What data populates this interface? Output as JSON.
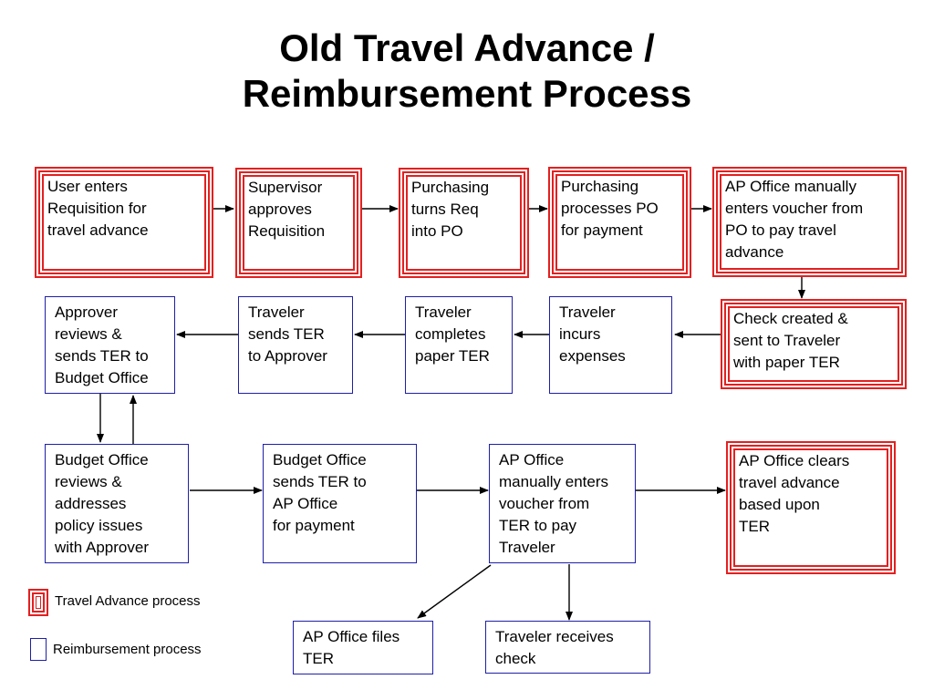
{
  "title": {
    "line1": "Old Travel Advance /",
    "line2": "Reimbursement Process"
  },
  "boxes": {
    "user_enters": "User enters\nRequisition for\ntravel advance",
    "supervisor": "Supervisor\napproves\nRequisition",
    "purchasing_turns": "Purchasing\nturns Req\ninto PO",
    "purchasing_processes": "Purchasing\nprocesses PO\nfor payment",
    "ap_enters_po": "AP Office manually\nenters voucher from\nPO to pay travel\nadvance",
    "check_created": "Check created &\nsent to Traveler\nwith paper TER",
    "traveler_incurs": "Traveler\nincurs\nexpenses",
    "traveler_completes": "Traveler\ncompletes\npaper TER",
    "traveler_sends": "Traveler\nsends TER\nto Approver",
    "approver_reviews": "Approver\nreviews &\nsends TER to\nBudget Office",
    "budget_reviews": "Budget Office\nreviews &\naddresses\npolicy issues\nwith Approver",
    "budget_sends": "Budget Office\nsends TER to\nAP Office\nfor payment",
    "ap_enters_ter": "AP Office\nmanually enters\nvoucher from\nTER to pay\nTraveler",
    "ap_clears": "AP Office clears\ntravel advance\nbased upon\nTER",
    "ap_files": "AP Office files\nTER",
    "traveler_receives": "Traveler receives\ncheck"
  },
  "legend": {
    "travel_advance": "Travel Advance process",
    "reimbursement": "Reimbursement process"
  },
  "colors": {
    "travel_advance_border": "#e32020",
    "reimbursement_border": "#1f1fa8",
    "arrow": "#000000"
  }
}
